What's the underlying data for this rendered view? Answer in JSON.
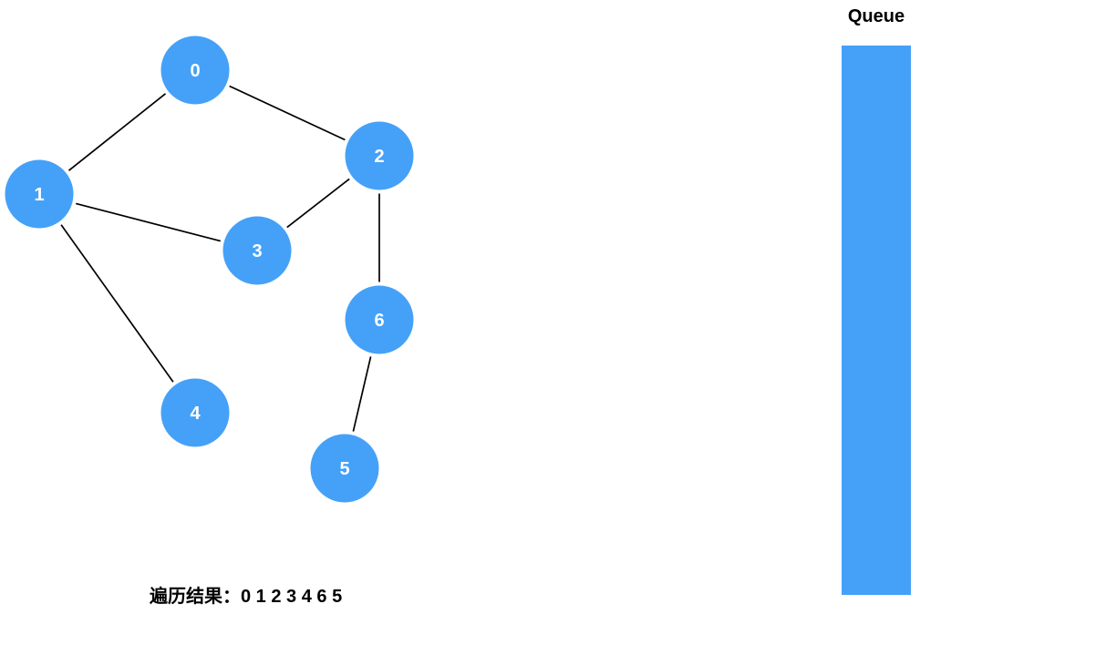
{
  "graph": {
    "nodes": [
      {
        "id": "0",
        "label": "0"
      },
      {
        "id": "1",
        "label": "1"
      },
      {
        "id": "2",
        "label": "2"
      },
      {
        "id": "3",
        "label": "3"
      },
      {
        "id": "4",
        "label": "4"
      },
      {
        "id": "5",
        "label": "5"
      },
      {
        "id": "6",
        "label": "6"
      }
    ],
    "edges": [
      [
        "0",
        "1"
      ],
      [
        "0",
        "2"
      ],
      [
        "1",
        "3"
      ],
      [
        "1",
        "4"
      ],
      [
        "2",
        "3"
      ],
      [
        "2",
        "6"
      ],
      [
        "6",
        "5"
      ]
    ],
    "node_color": "#45a1f8",
    "label_color": "#ffffff",
    "edge_color": "#000000"
  },
  "queue": {
    "title": "Queue",
    "color": "#45a1f8"
  },
  "result": {
    "label": "遍历结果：",
    "sequence": "0 1 2 3 4 6 5"
  }
}
